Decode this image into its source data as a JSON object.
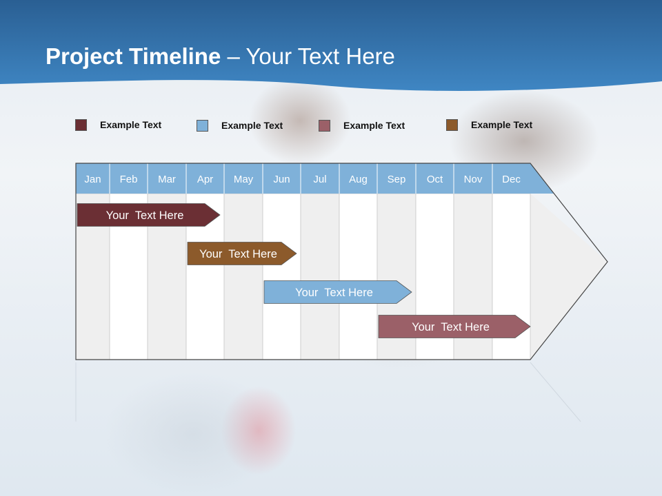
{
  "slide": {
    "title_bold": "Project Timeline",
    "title_rest": " – Your Text Here"
  },
  "legend": [
    {
      "label": "Example Text",
      "color": "#6b2f34"
    },
    {
      "label": "Example Text",
      "color": "#7fb1d9"
    },
    {
      "label": "Example Text",
      "color": "#9b6068"
    },
    {
      "label": "Example Text",
      "color": "#8c5a2b"
    }
  ],
  "months": [
    "Jan",
    "Feb",
    "Mar",
    "Apr",
    "May",
    "Jun",
    "Jul",
    "Aug",
    "Sep",
    "Oct",
    "Nov",
    "Dec"
  ],
  "tasks": [
    {
      "label": "Your  Text Here",
      "color": "#6b2f34",
      "start_month": "Jan",
      "end_month": "Apr"
    },
    {
      "label": "Your  Text Here",
      "color": "#8c5a2b",
      "start_month": "Apr",
      "end_month": "Jun"
    },
    {
      "label": "Your  Text Here",
      "color": "#7fb1d9",
      "start_month": "Jun",
      "end_month": "Sep"
    },
    {
      "label": "Your  Text Here",
      "color": "#9b6068",
      "start_month": "Sep",
      "end_month": "Dec"
    }
  ],
  "colors": {
    "header_blue": "#2f6fa6",
    "month_bar": "#7fb1d9",
    "grid_stripe": "#efefef",
    "grid_white": "#ffffff"
  }
}
